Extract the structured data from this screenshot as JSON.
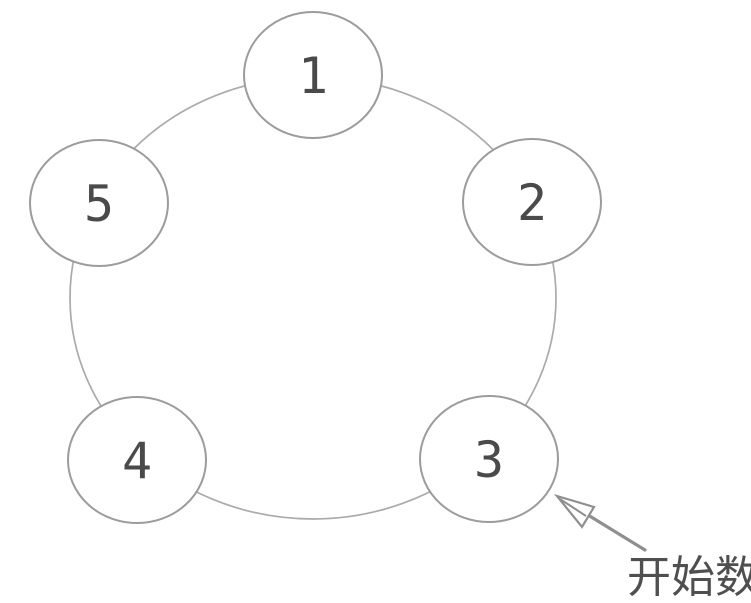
{
  "diagram": {
    "type": "counting-circle",
    "nodes": [
      {
        "label": "1",
        "position": "top"
      },
      {
        "label": "2",
        "position": "upper-right"
      },
      {
        "label": "3",
        "position": "lower-right"
      },
      {
        "label": "4",
        "position": "lower-left"
      },
      {
        "label": "5",
        "position": "upper-left"
      }
    ],
    "annotation": {
      "label": "开始数",
      "points_to_node": "3"
    },
    "colors": {
      "background": "#ffffff",
      "node_fill": "#ffffff",
      "node_stroke": "#9c9c9c",
      "ring_stroke": "#ababab",
      "digit_text": "#4a4a4a",
      "arrow": "#8f8f8f",
      "annotation_text": "#4f4f4f"
    }
  }
}
